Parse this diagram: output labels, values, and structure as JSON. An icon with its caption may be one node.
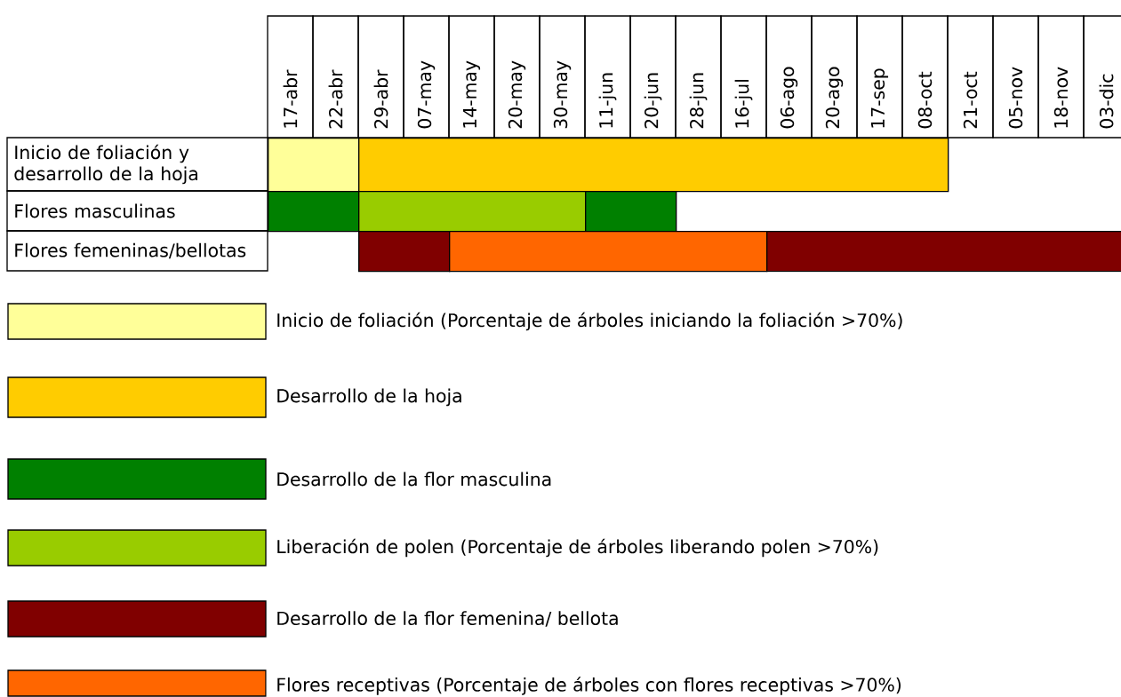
{
  "diagram": {
    "nodes": [
      {
        "text": [],
        "shape": "bar"
      },
      {
        "text": [],
        "shape": "bar"
      },
      {
        "text": [],
        "shape": "bar"
      },
      {
        "text": [],
        "shape": "bar"
      },
      {
        "text": [],
        "shape": "bar"
      },
      {
        "text": [],
        "shape": "bar"
      },
      {
        "text": [],
        "shape": "bar"
      },
      {
        "text": [],
        "shape": "bar"
      }
    ],
    "labels": [
      "17-abr",
      "22-abr",
      "29-abr",
      "07-may",
      "14-may",
      "20-may",
      "30-may",
      "11-jun",
      "20-jun",
      "28-jun",
      "16-jul",
      "06-ago",
      "20-ago",
      "17-sep",
      "08-oct",
      "21-oct",
      "05-nov",
      "18-nov",
      "03-dic",
      "Inicio de foliación y desarrollo de la hoja",
      "Flores masculinas",
      "Flores femeninas/bellotas"
    ],
    "legend": [
      {
        "text": "Inicio de foliación (Porcentaje de árboles iniciando la foliación >70%)",
        "color": "#ffff99"
      },
      {
        "text": "Desarrollo de la hoja",
        "color": "#ffcc00"
      },
      {
        "text": "Desarrollo de la flor masculina",
        "color": "#008000"
      },
      {
        "text": "Liberación de polen (Porcentaje de árboles liberando polen >70%)",
        "color": "#99cc00"
      },
      {
        "text": "Desarrollo de la flor femenina/ bellota",
        "color": "#800000"
      },
      {
        "text": "Flores receptivas (Porcentaje de árboles con flores receptivas >70%)",
        "color": "#ff6600"
      }
    ]
  }
}
